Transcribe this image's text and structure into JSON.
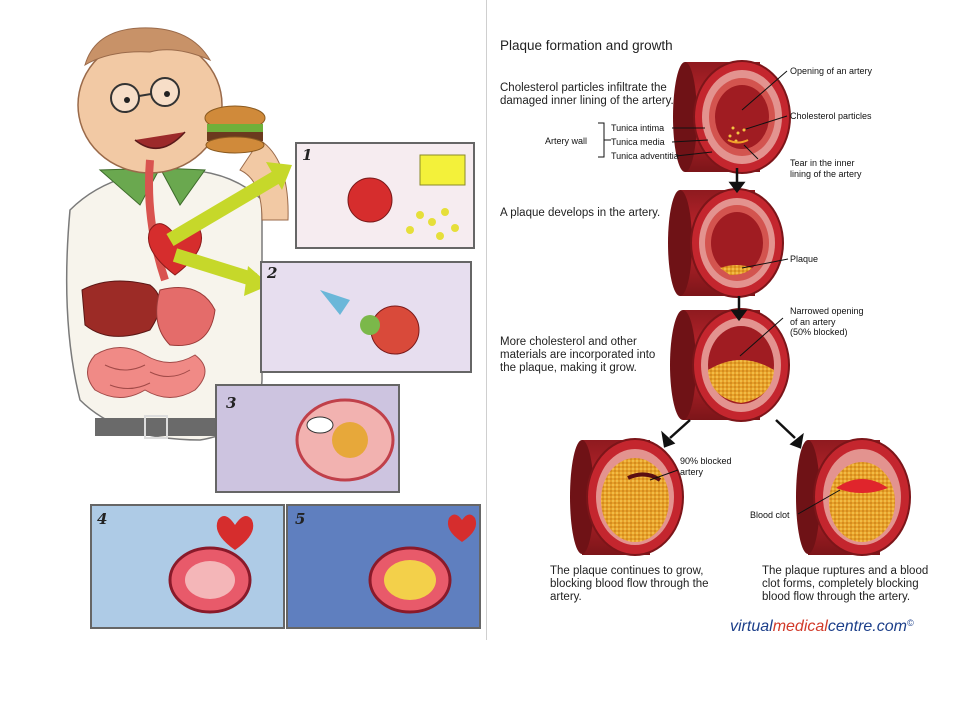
{
  "figure": {
    "title": "Plaque formation and growth",
    "step1_text": [
      "Cholesterol particles infiltrate the",
      "damaged inner lining of the artery."
    ],
    "step2_text": "A plaque develops in the artery.",
    "step3_text": [
      "More cholesterol and other",
      "materials are incorporated into",
      "the plaque, making it grow."
    ],
    "step4a_text": [
      "The plaque continues to grow,",
      "blocking blood flow through the",
      "artery."
    ],
    "step4b_text": [
      "The plaque ruptures and a blood",
      "clot forms, completely blocking",
      "blood flow through the artery."
    ]
  },
  "labels": {
    "opening": "Opening of an artery",
    "cholesterol": "Cholesterol particles",
    "artery_wall": "Artery wall",
    "intima": "Tunica intima",
    "media": "Tunica media",
    "adventitia": "Tunica adventitia",
    "tear": [
      "Tear in the inner",
      "lining of the artery"
    ],
    "plaque": "Plaque",
    "narrowed": [
      "Narrowed opening",
      "of an artery",
      "(50% blocked)"
    ],
    "blocked90": [
      "90% blocked",
      "artery"
    ],
    "blood_clot": "Blood clot"
  },
  "cartoon": {
    "panel_numbers": [
      "1",
      "2",
      "3",
      "4",
      "5"
    ]
  },
  "logo": {
    "part1": "virtual",
    "part2": "medical",
    "part3": "centre.com",
    "mark": "©"
  },
  "colors": {
    "artery_outer": "#c4262e",
    "artery_dark": "#8e1a1f",
    "artery_inner": "#e07b78",
    "plaque": "#e8a12a",
    "logo_blue": "#1c3f8a",
    "logo_red": "#d23a2a"
  }
}
